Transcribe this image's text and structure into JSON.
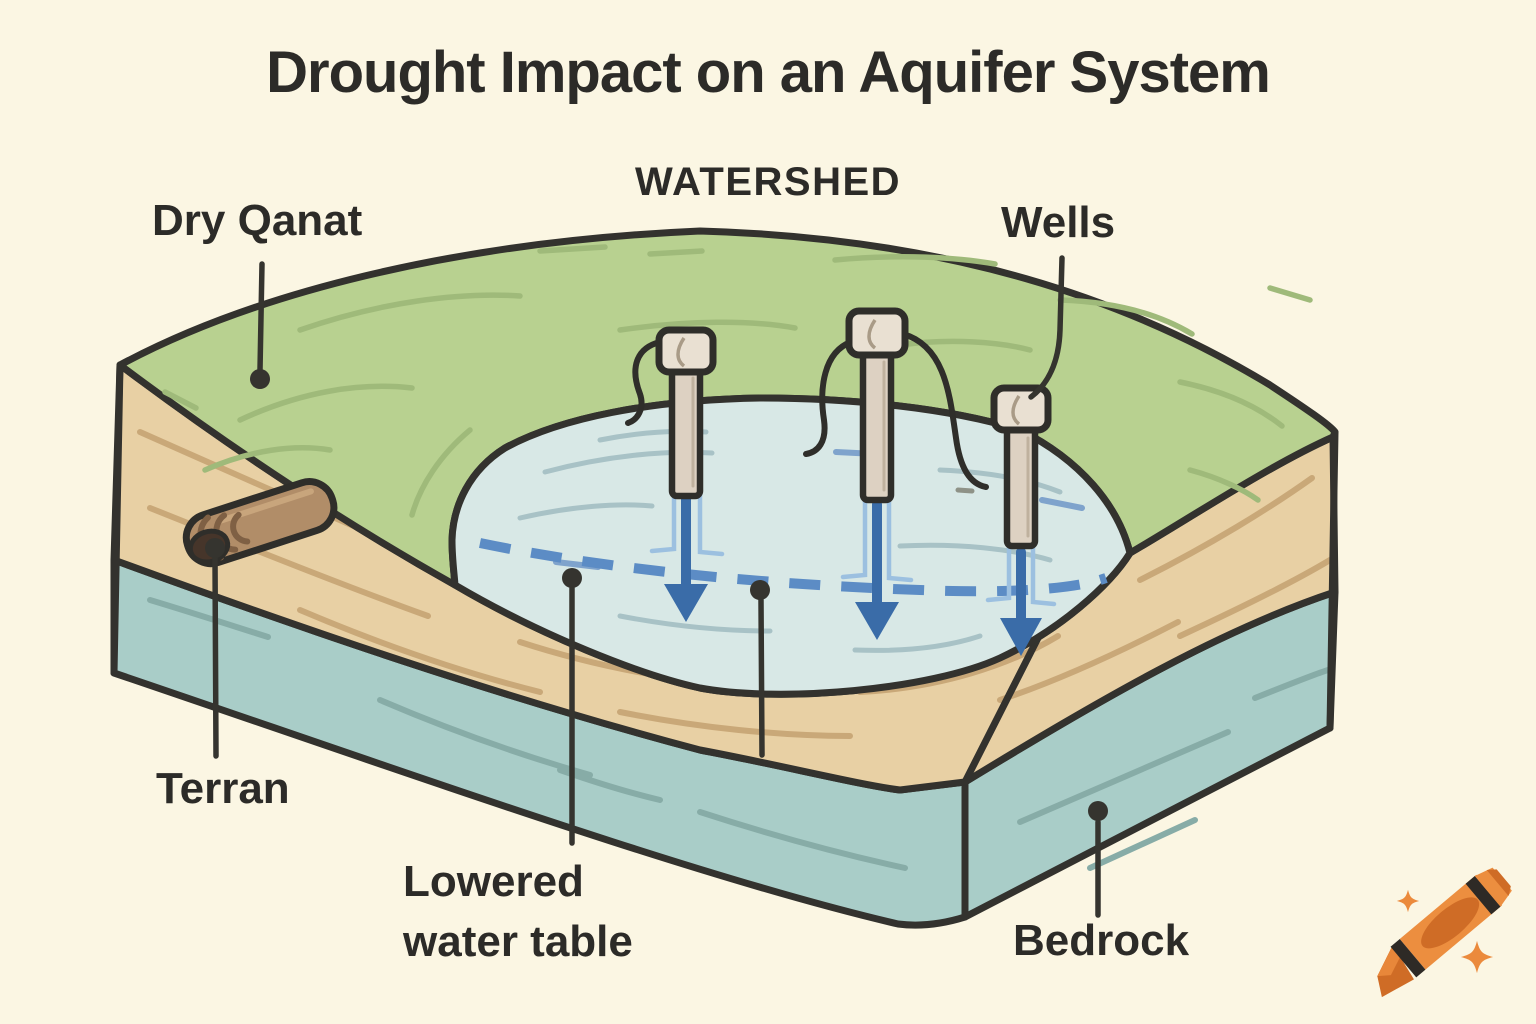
{
  "title": "Drought Impact on an Aquifer System",
  "labels": {
    "watershed": "WATERSHED",
    "dry_qanat": "Dry Qanat",
    "wells": "Wells",
    "terran": "Terran",
    "lowered_line1": "Lowered",
    "lowered_line2": "water table",
    "bedrock": "Bedrock"
  },
  "diagram": {
    "features": [
      "grass-watershed-surface",
      "sand-terrain-layer",
      "bedrock-layer",
      "depleted-aquifer-pond",
      "lowered-water-table-dashed-line",
      "three-wells-with-down-arrows",
      "dry-qanat-pipe-outlet"
    ],
    "well_count": 3,
    "arrow_direction": "down"
  },
  "icons": {
    "watermark": "crayon-icon",
    "sparkles": "sparkle-icon"
  },
  "colors": {
    "background": "#fbf6e3",
    "outline": "#33322e",
    "grass": "#b8d190",
    "grass_streak": "#9fba7a",
    "sand": "#e8d0a4",
    "sand_streak": "#c9a878",
    "bedrock": "#a9cdc8",
    "bedrock_streak": "#87aca7",
    "pond": "#d8e8e6",
    "pond_streak": "#a8c2c6",
    "water_table_dash": "#5c8cc5",
    "arrow_blue": "#3a6ca8",
    "arrow_halo": "#9cc0e0",
    "well_pipe": "#ddd1c2",
    "well_cap": "#e9e0d2",
    "qanat_brown": "#b18d68",
    "crayon_orange": "#ec8e3f",
    "crayon_dark_orange": "#cf6c26"
  }
}
